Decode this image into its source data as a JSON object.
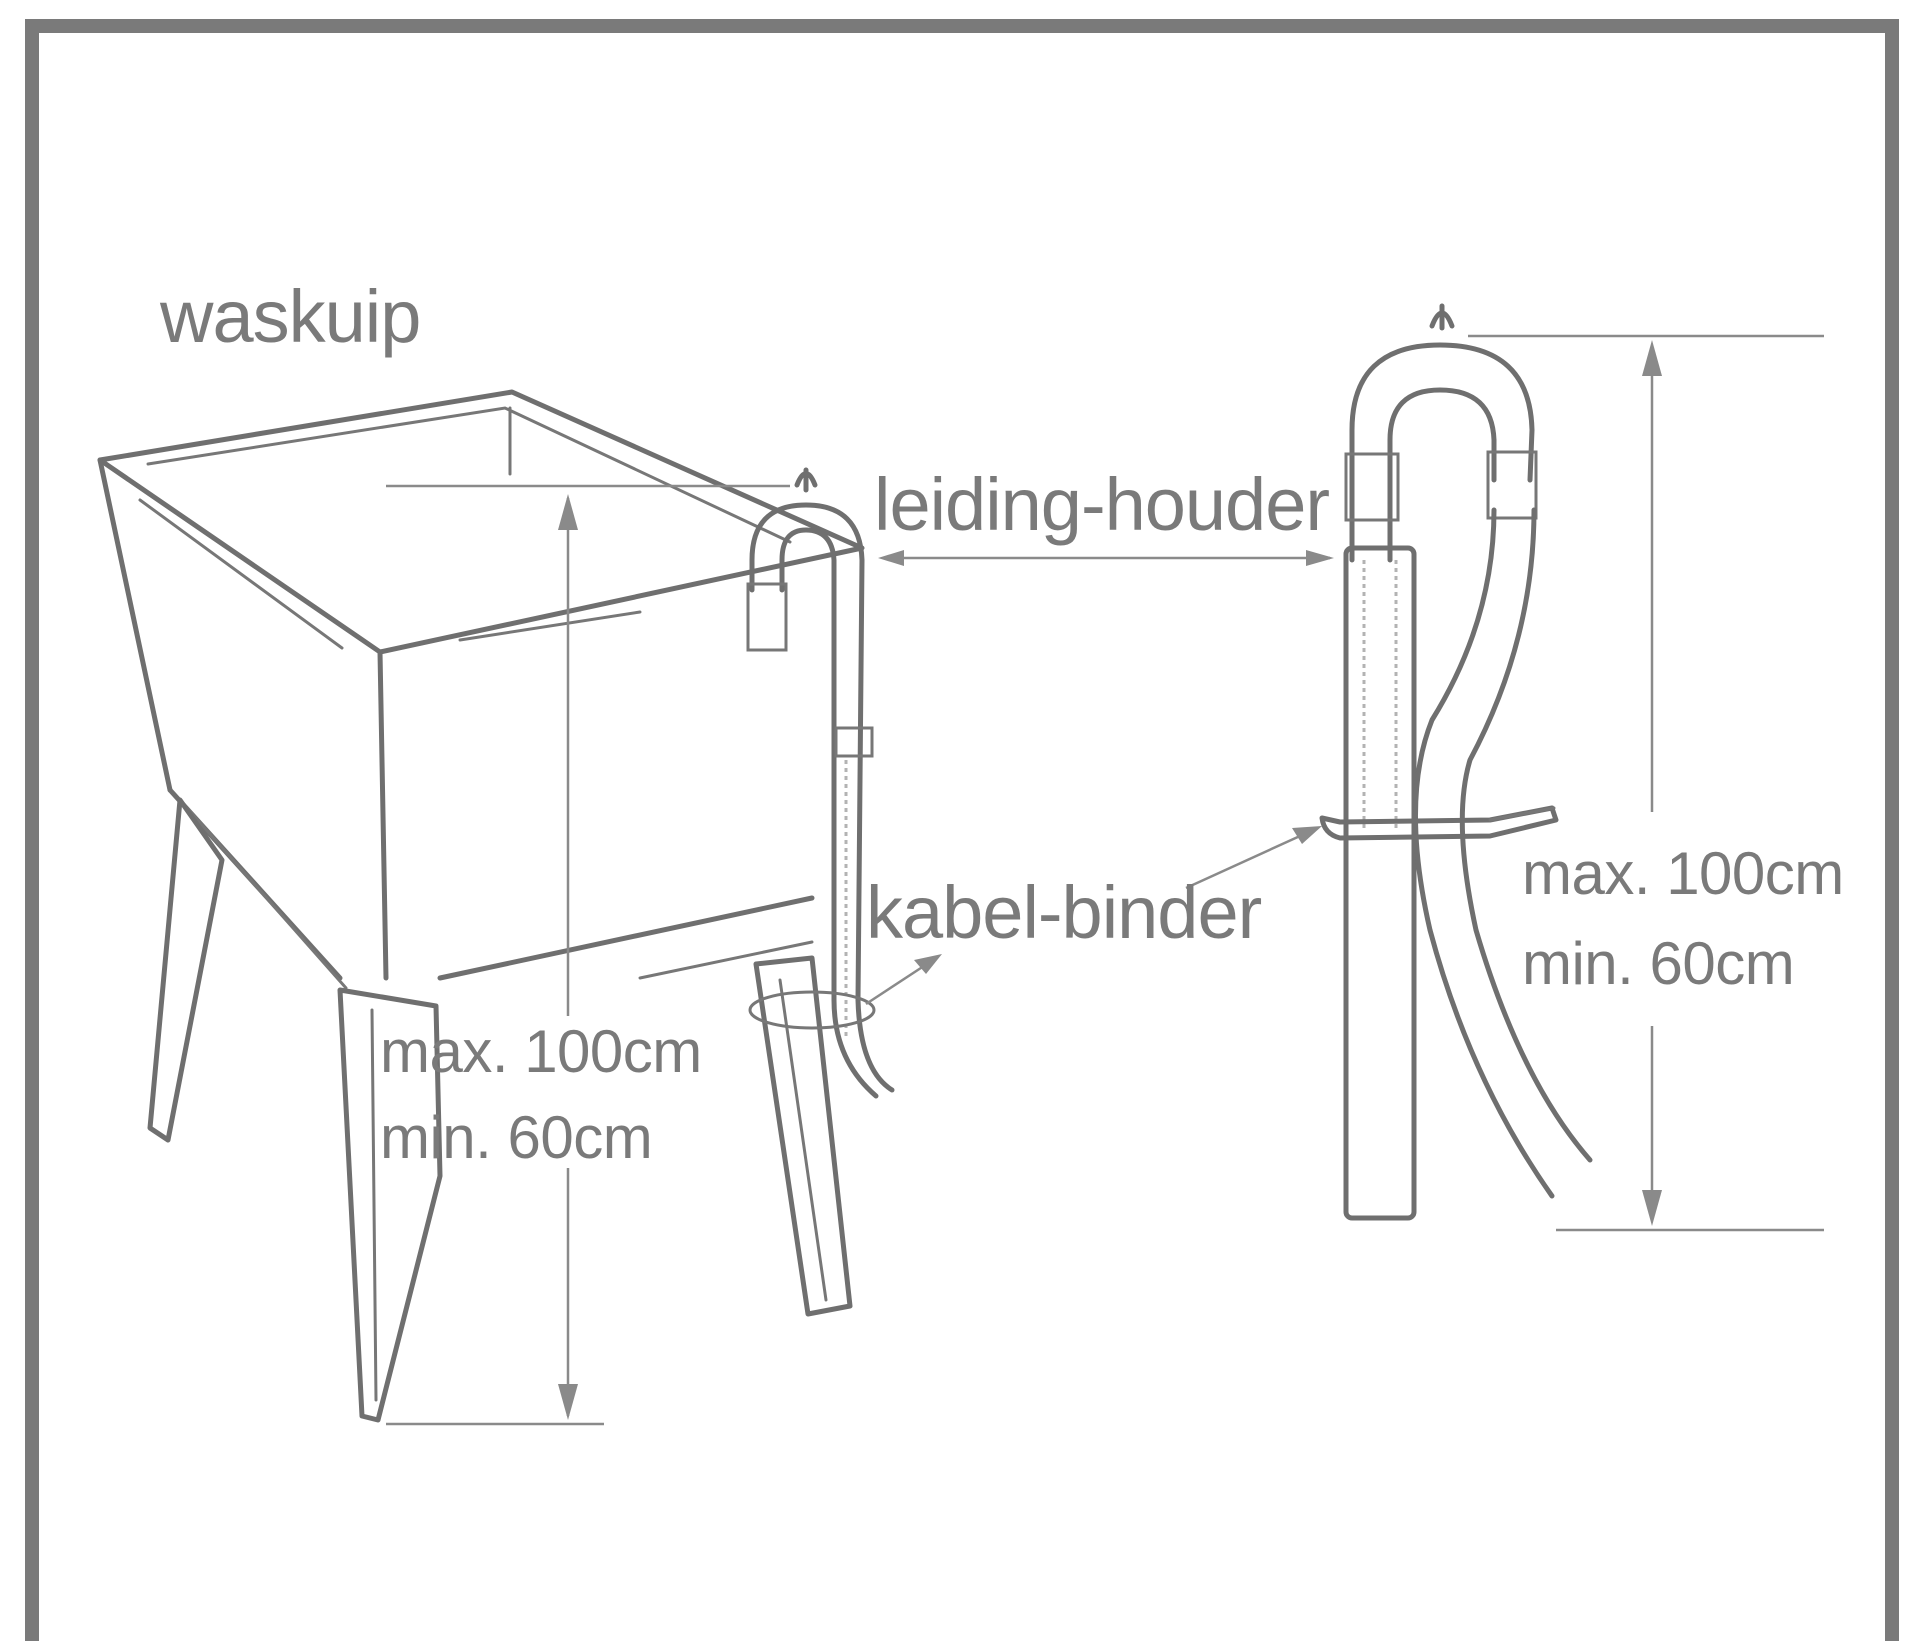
{
  "labels": {
    "sink": "waskuip",
    "hose_holder": "leiding-houder",
    "cable_tie": "kabel-binder",
    "sink_height_max": "max. 100cm",
    "sink_height_min": "min. 60cm",
    "standpipe_height_max": "max. 100cm",
    "standpipe_height_min": "min. 60cm"
  },
  "colors": {
    "line": "#6f6f6f",
    "text": "#7a7a7a",
    "background": "#ffffff"
  }
}
